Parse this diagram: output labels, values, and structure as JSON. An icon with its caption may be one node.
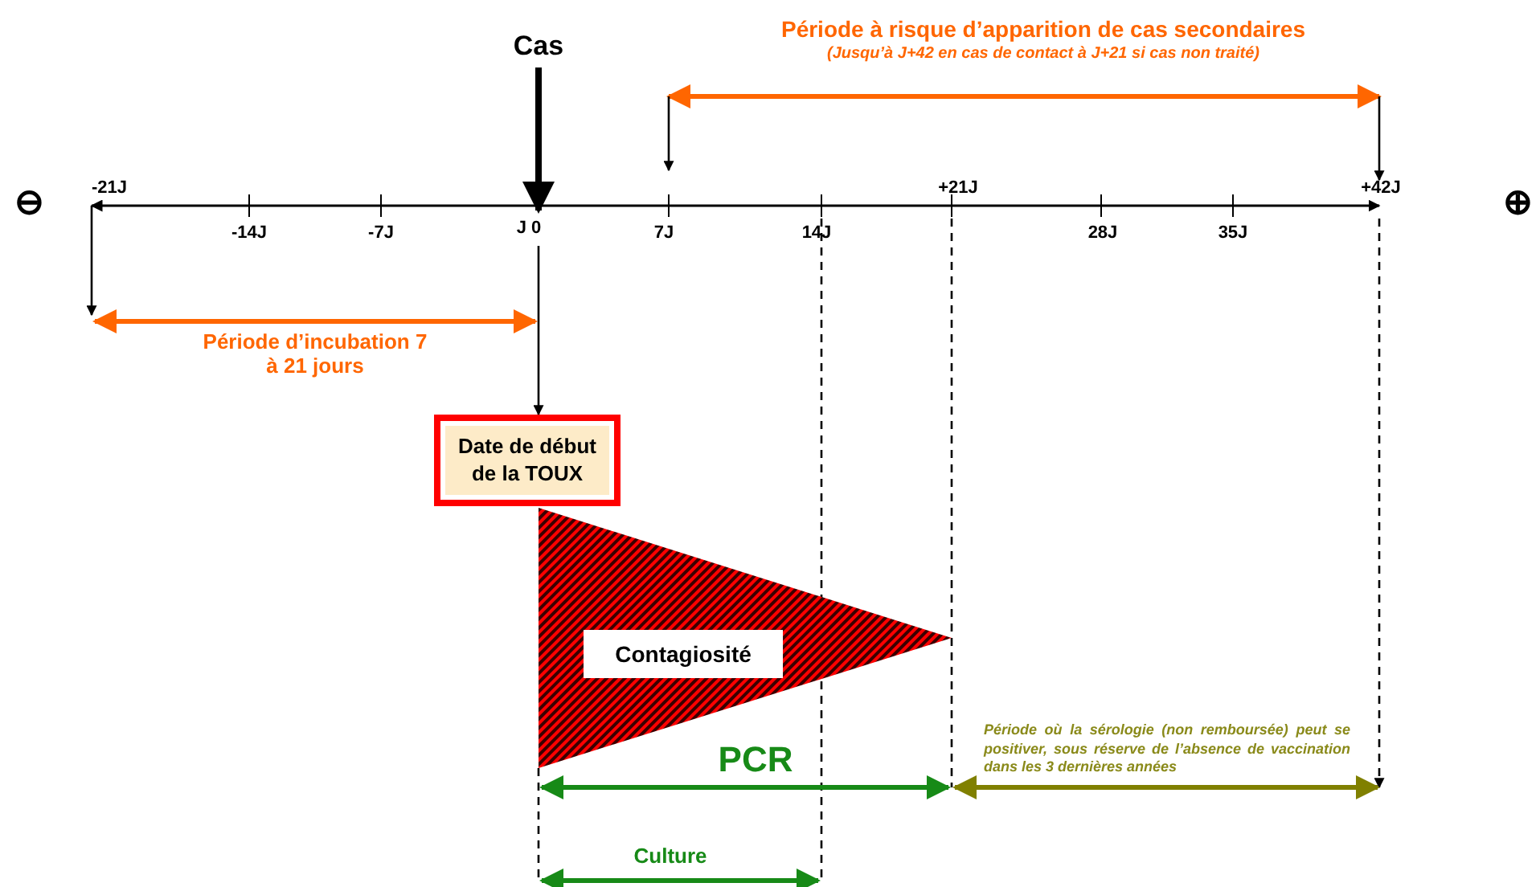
{
  "diagram": {
    "nodes": [
      {
        "text": [
          "Cas"
        ]
      },
      {
        "text": [
          "J 0"
        ]
      },
      {
        "text": [
          "Date de début de la TOUX"
        ]
      },
      {
        "text": [
          "Contagiosité"
        ]
      }
    ],
    "edges": [
      {
        "from": 0,
        "to": 1,
        "arrow": "to",
        "style": "thick"
      },
      {
        "from": 1,
        "to": 2,
        "arrow": "to"
      }
    ],
    "labels": [
      "Période à risque d’apparition de cas secondaires",
      "(Jusqu’à J+42 en cas de contact à J+21 si cas non traité)",
      "-21J",
      "+21J",
      "+42J",
      "⊖",
      "-14J",
      "-7J",
      "7J",
      "14J",
      "28J",
      "35J",
      "⊕",
      "Période d’incubation 7 à 21 jours",
      "PCR",
      "Période où la sérologie (non remboursée) peut se positiver, sous réserve de l’absence de vaccination dans les 3 dernières années",
      "Culture"
    ]
  }
}
